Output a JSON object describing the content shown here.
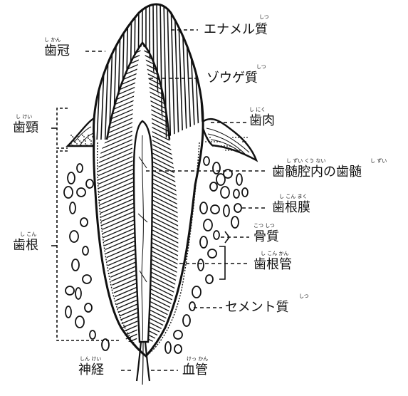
{
  "labels": {
    "enamel": {
      "text": "エナメル質",
      "ruby": "しつ"
    },
    "crown": {
      "text": "歯冠",
      "ruby": "し かん"
    },
    "dentin": {
      "text": "ゾウゲ質",
      "ruby": "しつ"
    },
    "gum": {
      "text": "歯肉",
      "ruby": "し にく"
    },
    "neck": {
      "text": "歯頸",
      "ruby": "し けい"
    },
    "pulp": {
      "text": "歯髄腔内の歯髄",
      "ruby_a": "し ずい くう ない",
      "ruby_b": "し ずい"
    },
    "membrane": {
      "text": "歯根膜",
      "ruby": "し こん まく"
    },
    "bone": {
      "text": "骨質",
      "ruby": "こつ しつ"
    },
    "root": {
      "text": "歯根",
      "ruby": "し こん"
    },
    "canal": {
      "text": "歯根管",
      "ruby": "し こん かん"
    },
    "cementum": {
      "text": "セメント質",
      "ruby": "しつ"
    },
    "nerve": {
      "text": "神経",
      "ruby": "しん けい"
    },
    "vessel": {
      "text": "血管",
      "ruby": "けっ かん"
    }
  },
  "colors": {
    "ink": "#111111",
    "paper": "#ffffff"
  }
}
